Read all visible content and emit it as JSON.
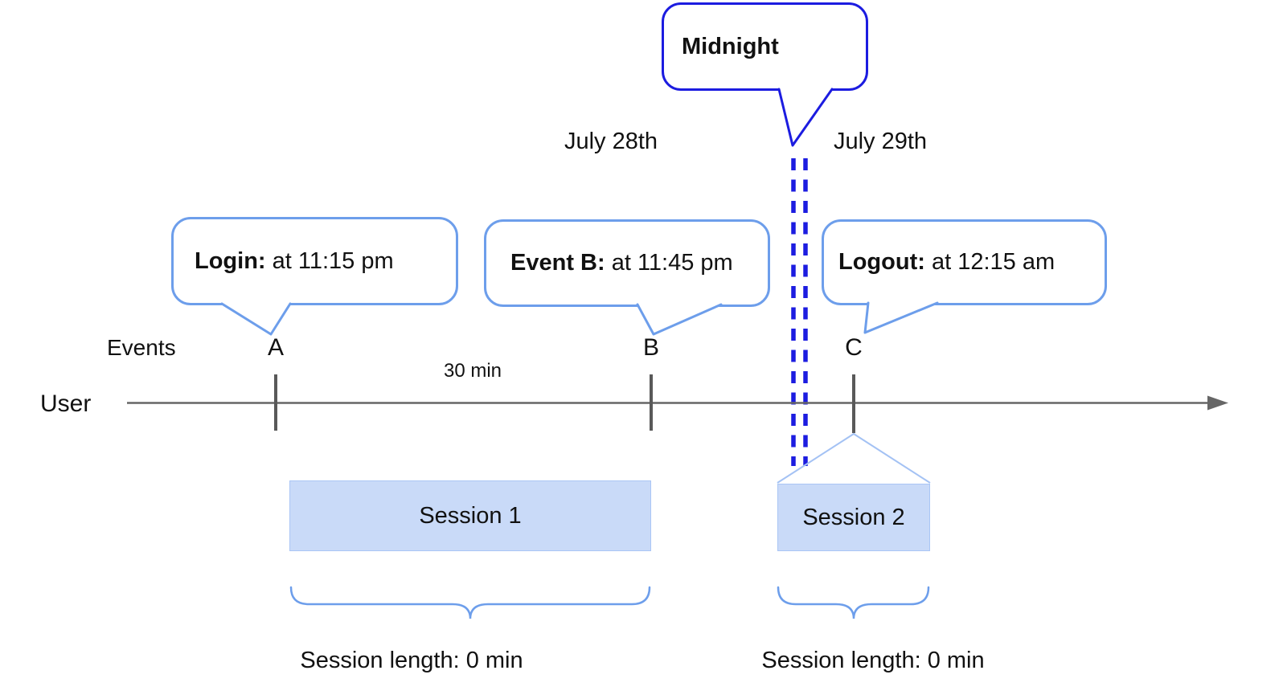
{
  "colors": {
    "strong_blue": "#1c1ce0",
    "cornflower_blue": "#6d9eeb",
    "light_blue": "#a4c2f4",
    "session_fill": "#c9daf8",
    "timeline_gray": "#666666",
    "tick_gray": "#595959",
    "text_black": "#111111"
  },
  "callouts": {
    "midnight": {
      "label": "Midnight"
    },
    "login": {
      "bold": "Login:",
      "rest": " at 11:15 pm"
    },
    "event_b": {
      "bold": "Event B:",
      "rest": " at 11:45 pm"
    },
    "logout": {
      "bold": "Logout:",
      "rest": " at 12:15 am"
    }
  },
  "dates": {
    "before_midnight": "July 28th",
    "after_midnight": "July 29th"
  },
  "timeline": {
    "row_label": "User",
    "events_label": "Events",
    "event_a": "A",
    "event_b": "B",
    "event_c": "C",
    "interval_label": "30 min"
  },
  "sessions": {
    "session1": {
      "label": "Session 1",
      "length_label": "Session length: 0 min"
    },
    "session2": {
      "label": "Session 2",
      "length_label": "Session length: 0 min"
    }
  }
}
